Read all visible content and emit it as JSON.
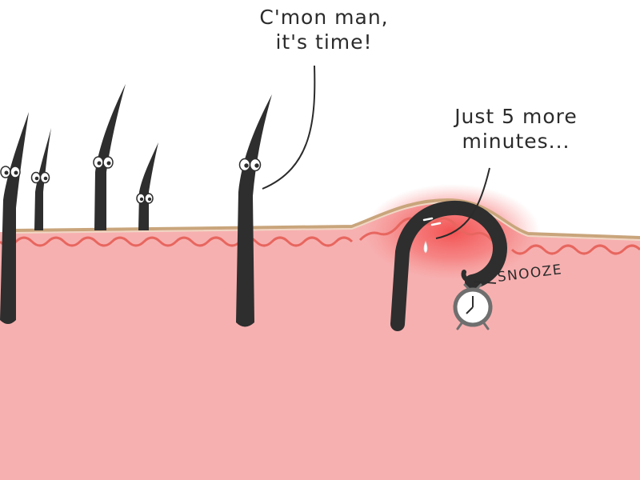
{
  "speech": {
    "cmon_line1": "C'mon man,",
    "cmon_line2": "it's time!",
    "snooze_line1": "Just 5 more",
    "snooze_line2": "minutes..."
  },
  "labels": {
    "snooze": "SNOOZE"
  },
  "icons": {
    "alarm": "alarm-clock-icon"
  },
  "colors": {
    "skin": "#f7b0b0",
    "skin_edge": "#e7665f",
    "skin_surface": "#c9a57c",
    "hair": "#2e2e2e",
    "inflamed": "#f25050",
    "clock_frame": "#6f6f6f"
  }
}
